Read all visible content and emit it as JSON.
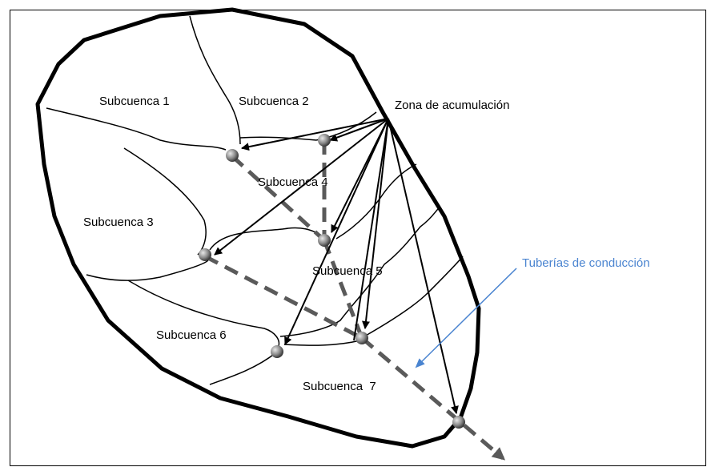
{
  "labels": {
    "sub1": "Subcuenca 1",
    "sub2": "Subcuenca 2",
    "sub3": "Subcuenca 3",
    "sub4": "Subcuenca 4",
    "sub5": "Subcuenca 5",
    "sub6": "Subcuenca 6",
    "sub7": "Subcuenca  7",
    "zona": "Zona de acumulación",
    "tuberias": "Tuberías de conducción"
  },
  "colors": {
    "outline": "#000000",
    "pipe": "#5a5a5a",
    "callout": "#4a84d0",
    "node": "#8a8a8a"
  }
}
